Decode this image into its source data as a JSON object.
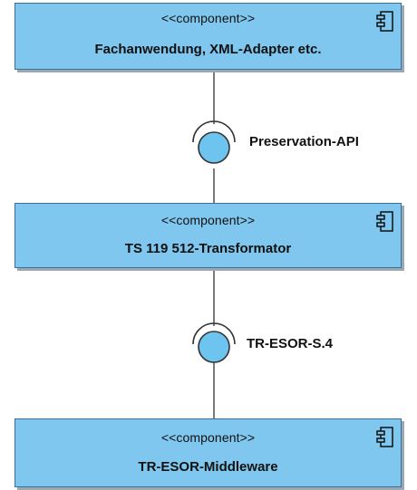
{
  "components": [
    {
      "stereotype": "<<component>>",
      "name": "Fachanwendung, XML-Adapter etc."
    },
    {
      "stereotype": "<<component>>",
      "name": "TS 119 512-Transformator"
    },
    {
      "stereotype": "<<component>>",
      "name": "TR-ESOR-Middleware"
    }
  ],
  "interfaces": [
    {
      "name": "Preservation-API"
    },
    {
      "name": "TR-ESOR-S.4"
    }
  ],
  "colors": {
    "component_fill": "#7fc7ee",
    "component_border": "#3b6f96",
    "interface_fill": "#6cc4ef",
    "line": "#333333"
  },
  "icons": {
    "component": "uml-component-icon"
  }
}
